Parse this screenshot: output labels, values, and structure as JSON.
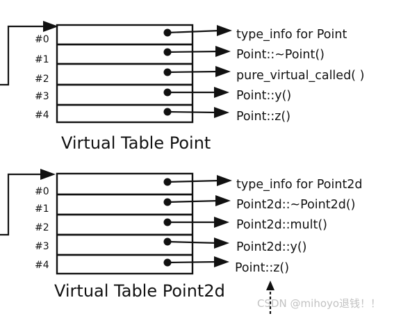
{
  "tables": [
    {
      "caption": "Virtual Table Point",
      "slots": [
        "#0",
        "#1",
        "#2",
        "#3",
        "#4"
      ],
      "entries": [
        "type_info for Point",
        "Point::~Point()",
        "pure_virtual_called(  )",
        "Point::y()",
        "Point::z()"
      ]
    },
    {
      "caption": "Virtual Table Point2d",
      "slots": [
        "#0",
        "#1",
        "#2",
        "#3",
        "#4"
      ],
      "entries": [
        "type_info for Point2d",
        "Point2d::~Point2d()",
        "Point2d::mult()",
        "Point2d::y()",
        "Point::z()"
      ]
    }
  ],
  "watermark": "CSDN @mihoyo退钱！！"
}
